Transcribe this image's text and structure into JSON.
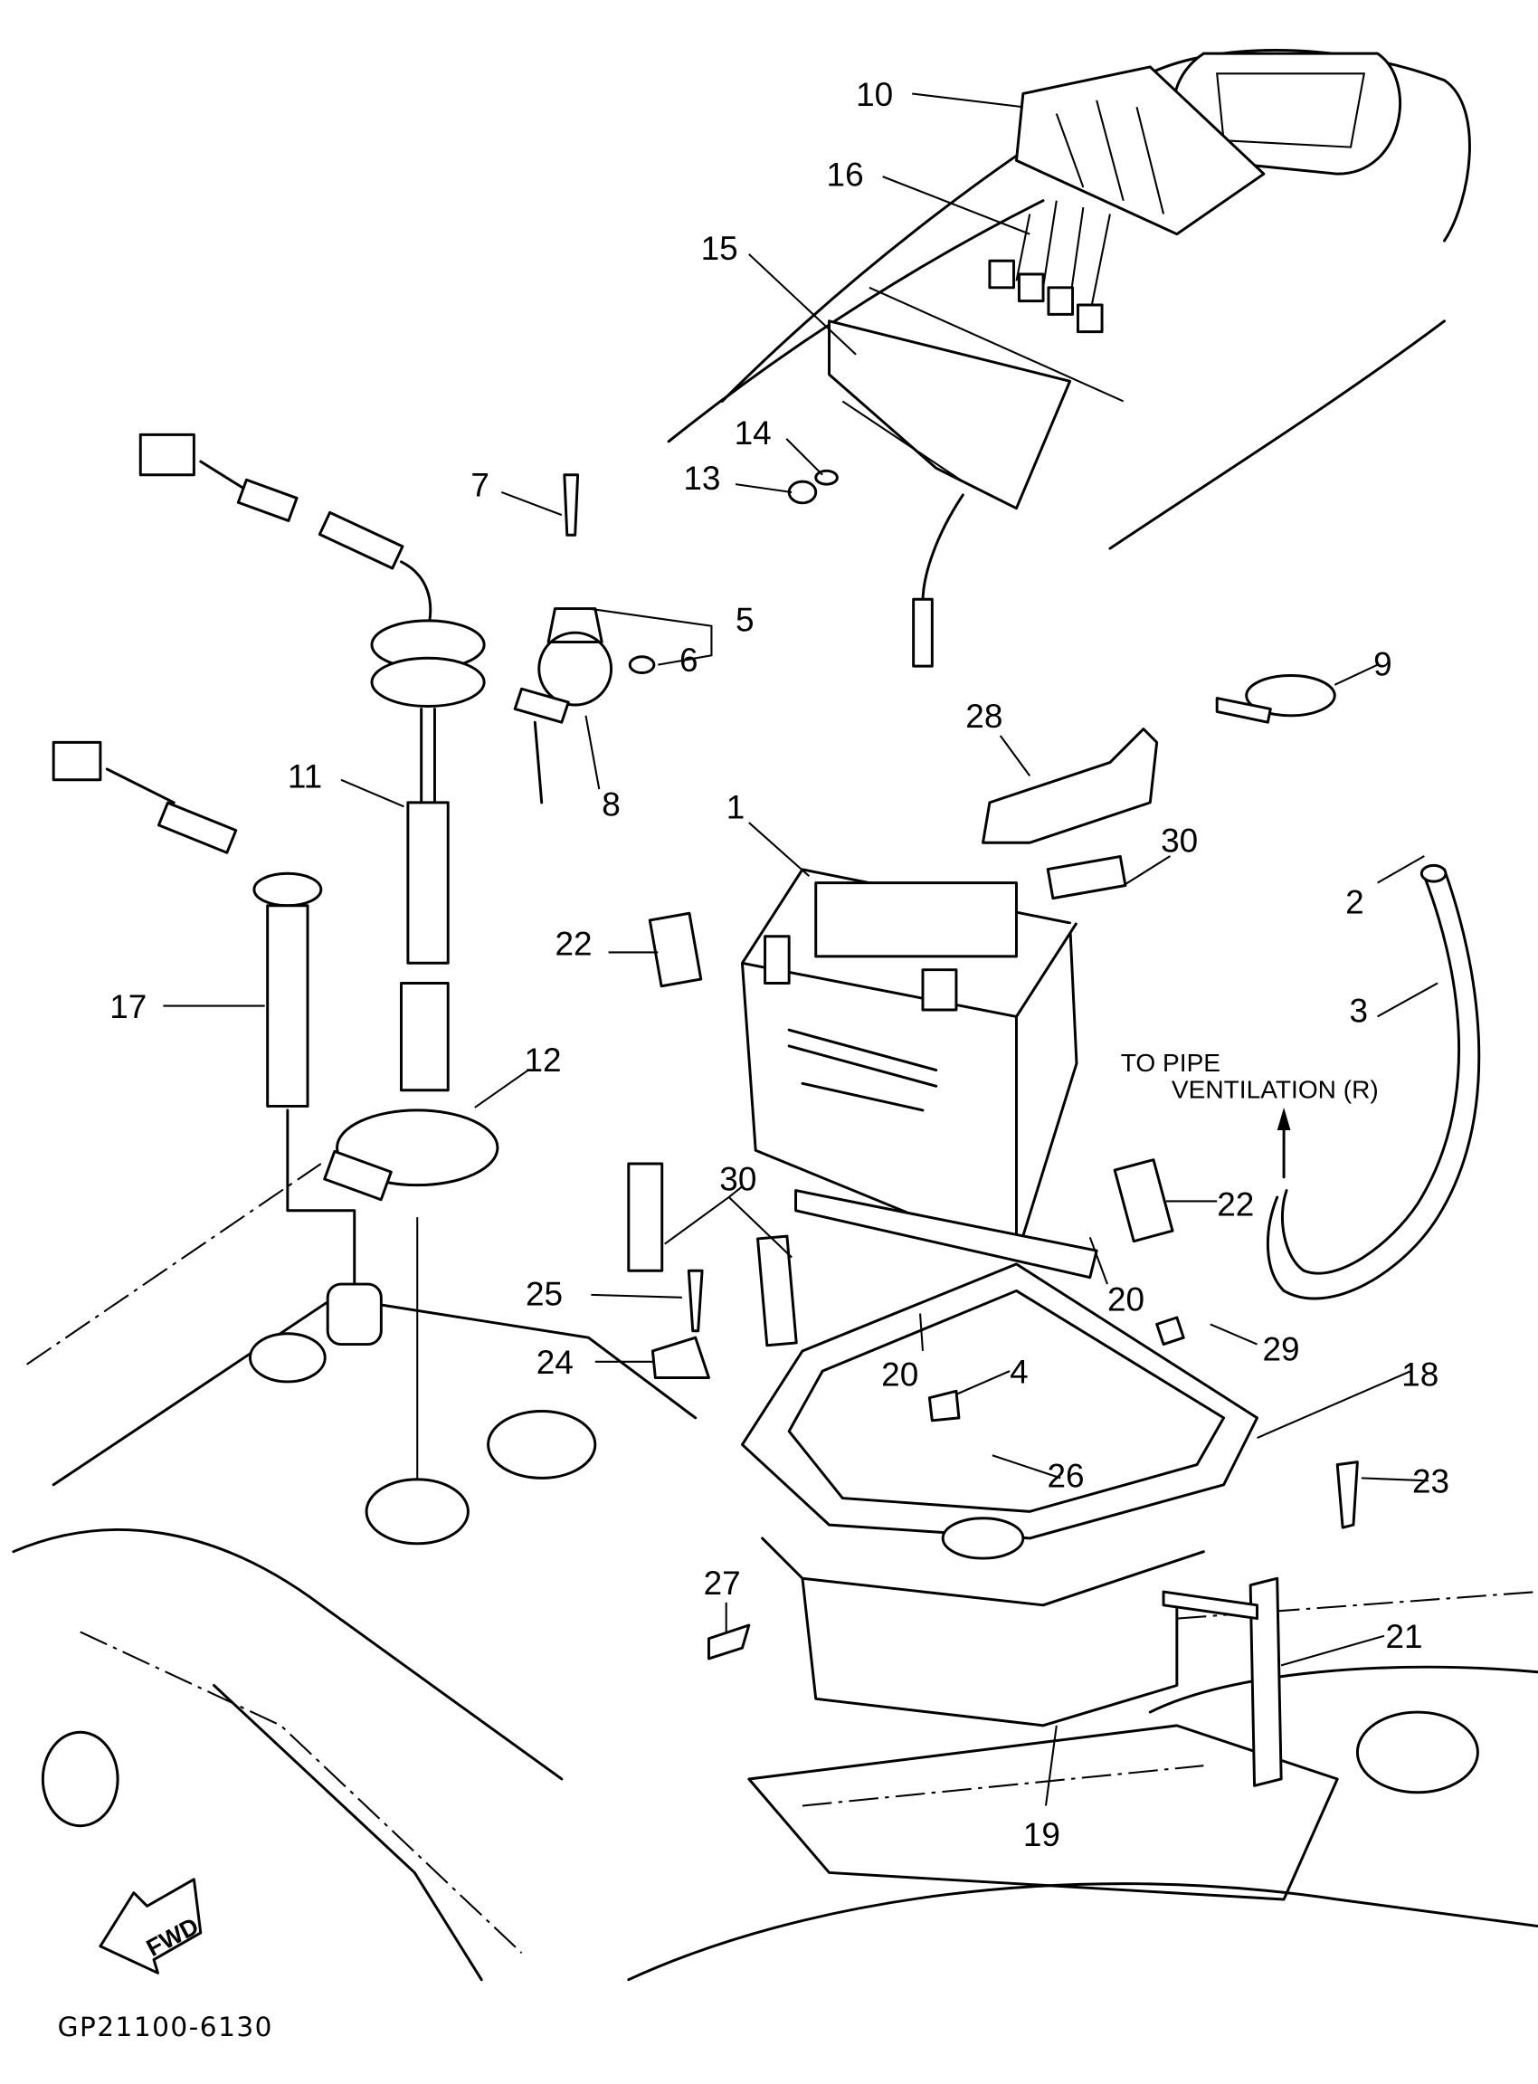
{
  "diagram": {
    "callouts": [
      "10",
      "16",
      "15",
      "14",
      "13",
      "7",
      "5",
      "6",
      "8",
      "9",
      "28",
      "1",
      "30",
      "2",
      "22",
      "3",
      "17",
      "11",
      "12",
      "30",
      "22",
      "20",
      "25",
      "29",
      "24",
      "4",
      "20",
      "18",
      "26",
      "23",
      "27",
      "21",
      "19"
    ],
    "note_line1": "TO PIPE",
    "note_line2": "VENTILATION (R)",
    "fwd_label": "FWD",
    "drawing_code": "GP21100-6130"
  }
}
